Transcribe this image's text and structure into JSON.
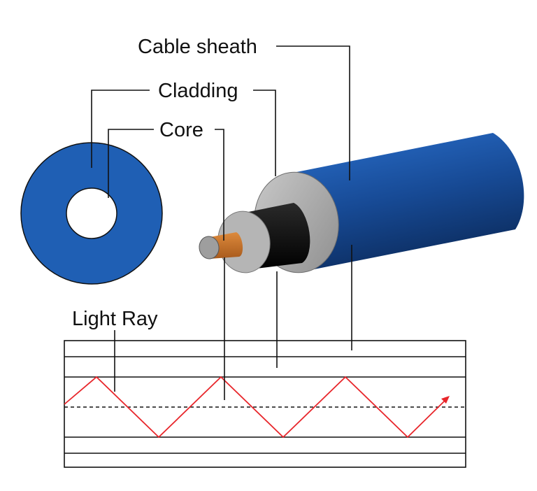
{
  "labels": {
    "cable_sheath": "Cable sheath",
    "cladding": "Cladding",
    "core": "Core",
    "light_ray": "Light Ray"
  },
  "colors": {
    "sheath_blue": "#1f5fb4",
    "sheath_dark": "#0e2f63",
    "cladding_grey": "#a9a9a9",
    "buffer_black": "#0c0c0c",
    "core_copper": "#c8752a",
    "ray_red": "#e8262b"
  }
}
